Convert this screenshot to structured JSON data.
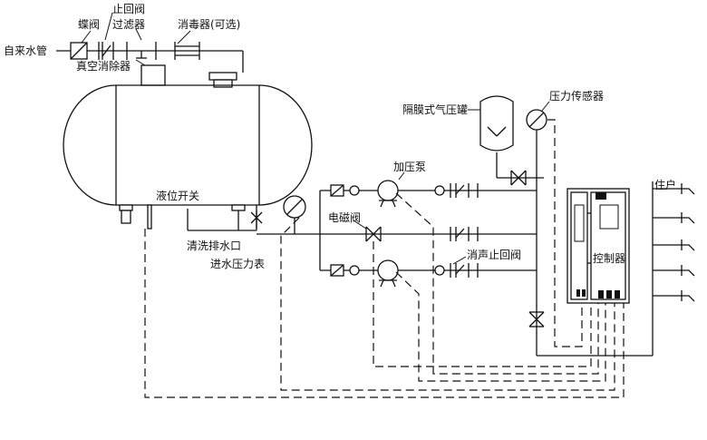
{
  "labels": {
    "tap_water_pipe": "自来水管",
    "butterfly_valve": "蝶阀",
    "check_valve_top": "止回阀",
    "filter": "过滤器",
    "sterilizer": "消毒器(可选)",
    "vacuum_eliminator": "真空消除器",
    "diaphragm_tank": "隔膜式气压罐",
    "pressure_sensor": "压力传感器",
    "booster_pump": "加压泵",
    "level_switch": "液位开关",
    "solenoid_valve": "电磁阀",
    "drain_outlet": "清洗排水口",
    "inlet_gauge": "进水压力表",
    "silent_check_valve": "消声止回阀",
    "controller": "控制器",
    "residents": "住户"
  }
}
